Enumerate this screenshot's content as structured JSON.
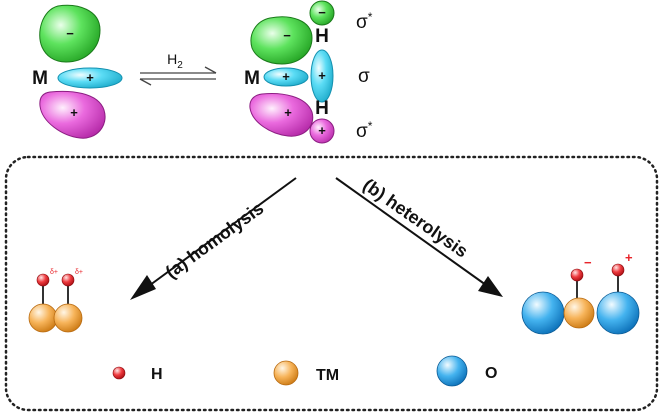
{
  "left_complex": {
    "metal_label": "M",
    "orbital_signs": {
      "top": "−",
      "middle": "+",
      "bottom": "+"
    }
  },
  "equilibrium": {
    "reagent_label": "H",
    "reagent_subscript": "2"
  },
  "right_complex": {
    "metal_label": "M",
    "h_top_label": "H",
    "h_bottom_label": "H",
    "orbital_signs": {
      "top": "−",
      "metal_s": "+",
      "h2": "+",
      "bottom": "+",
      "h_top": "−",
      "h_bottom": "+"
    },
    "labels": {
      "sigma": "σ",
      "star": "*"
    }
  },
  "pathways": {
    "homolysis_label": "(a) homolysis",
    "heterolysis_label": "(b) heterolysis"
  },
  "products": {
    "homolysis_charge": "δ+",
    "heterolysis_minus": "−",
    "heterolysis_plus": "+"
  },
  "legend": [
    {
      "label": "H",
      "color": "#e8242a"
    },
    {
      "label": "TM",
      "color": "#f4a13a"
    },
    {
      "label": "O",
      "color": "#2a9ce6"
    }
  ],
  "colors": {
    "green_lobe": "#3ddc3d",
    "cyan_lobe": "#49d8f2",
    "magenta_lobe": "#e64fd8",
    "h_atom": "#e8242a",
    "tm_atom": "#f4a13a",
    "o_atom": "#2a9ce6"
  }
}
